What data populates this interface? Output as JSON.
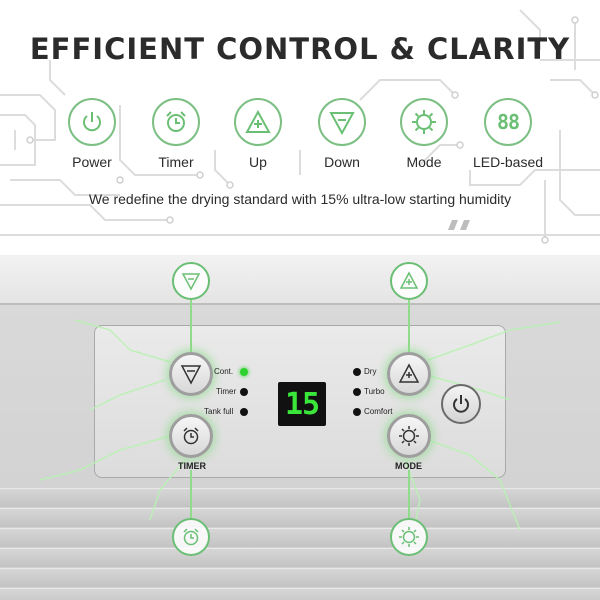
{
  "headline": "EFFICIENT CONTROL & CLARITY",
  "features": [
    {
      "label": "Power",
      "icon": "power-icon"
    },
    {
      "label": "Timer",
      "icon": "alarm-clock-icon"
    },
    {
      "label": "Up",
      "icon": "triangle-up-plus-icon"
    },
    {
      "label": "Down",
      "icon": "triangle-down-minus-icon"
    },
    {
      "label": "Mode",
      "icon": "sun-gear-icon"
    },
    {
      "label": "LED-based",
      "icon": "seven-segment-icon",
      "glyph": "88"
    }
  ],
  "tagline": "We redefine the drying standard with 15% ultra-low starting humidity",
  "panel": {
    "left_indicators": [
      "Cont.",
      "Timer",
      "Tank full"
    ],
    "right_indicators": [
      "Dry",
      "Turbo",
      "Comfort"
    ],
    "active_indicator": "Cont.",
    "display_value": "15",
    "timer_caption": "TIMER",
    "mode_caption": "MODE"
  },
  "colors": {
    "accent_green": "#6bbf74",
    "led_green": "#39e639",
    "text_dark": "#2b2b2b"
  }
}
